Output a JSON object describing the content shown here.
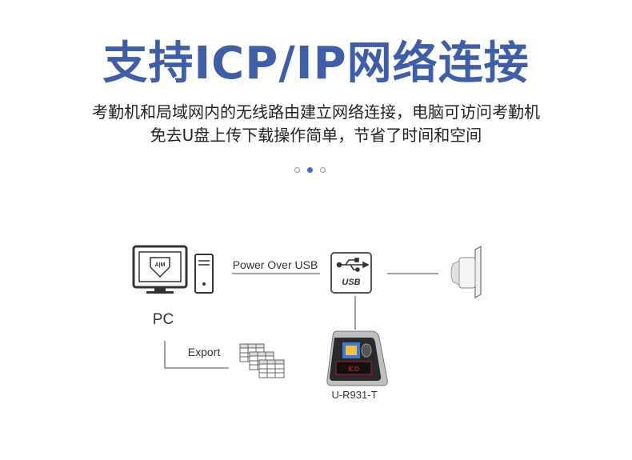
{
  "headline": "支持ICP/IP网络连接",
  "subtitle_line1": "考勤机和局域网内的无线路由建立网络连接，电脑可访问考勤机",
  "subtitle_line2": "免去U盘上传下载操作简单，节省了时间和空间",
  "carousel": {
    "count": 3,
    "active_index": 1
  },
  "diagram": {
    "pc_label": "PC",
    "power_label": "Power Over USB",
    "usb_badge": "USB",
    "export_label": "Export",
    "device_label": "U-R931-T",
    "device_screen_text": "ICD",
    "pc_logo_text": "A|M"
  },
  "colors": {
    "headline": "#3f5ea9",
    "active_dot": "#3f6cd6",
    "line": "#6b6b6b"
  }
}
